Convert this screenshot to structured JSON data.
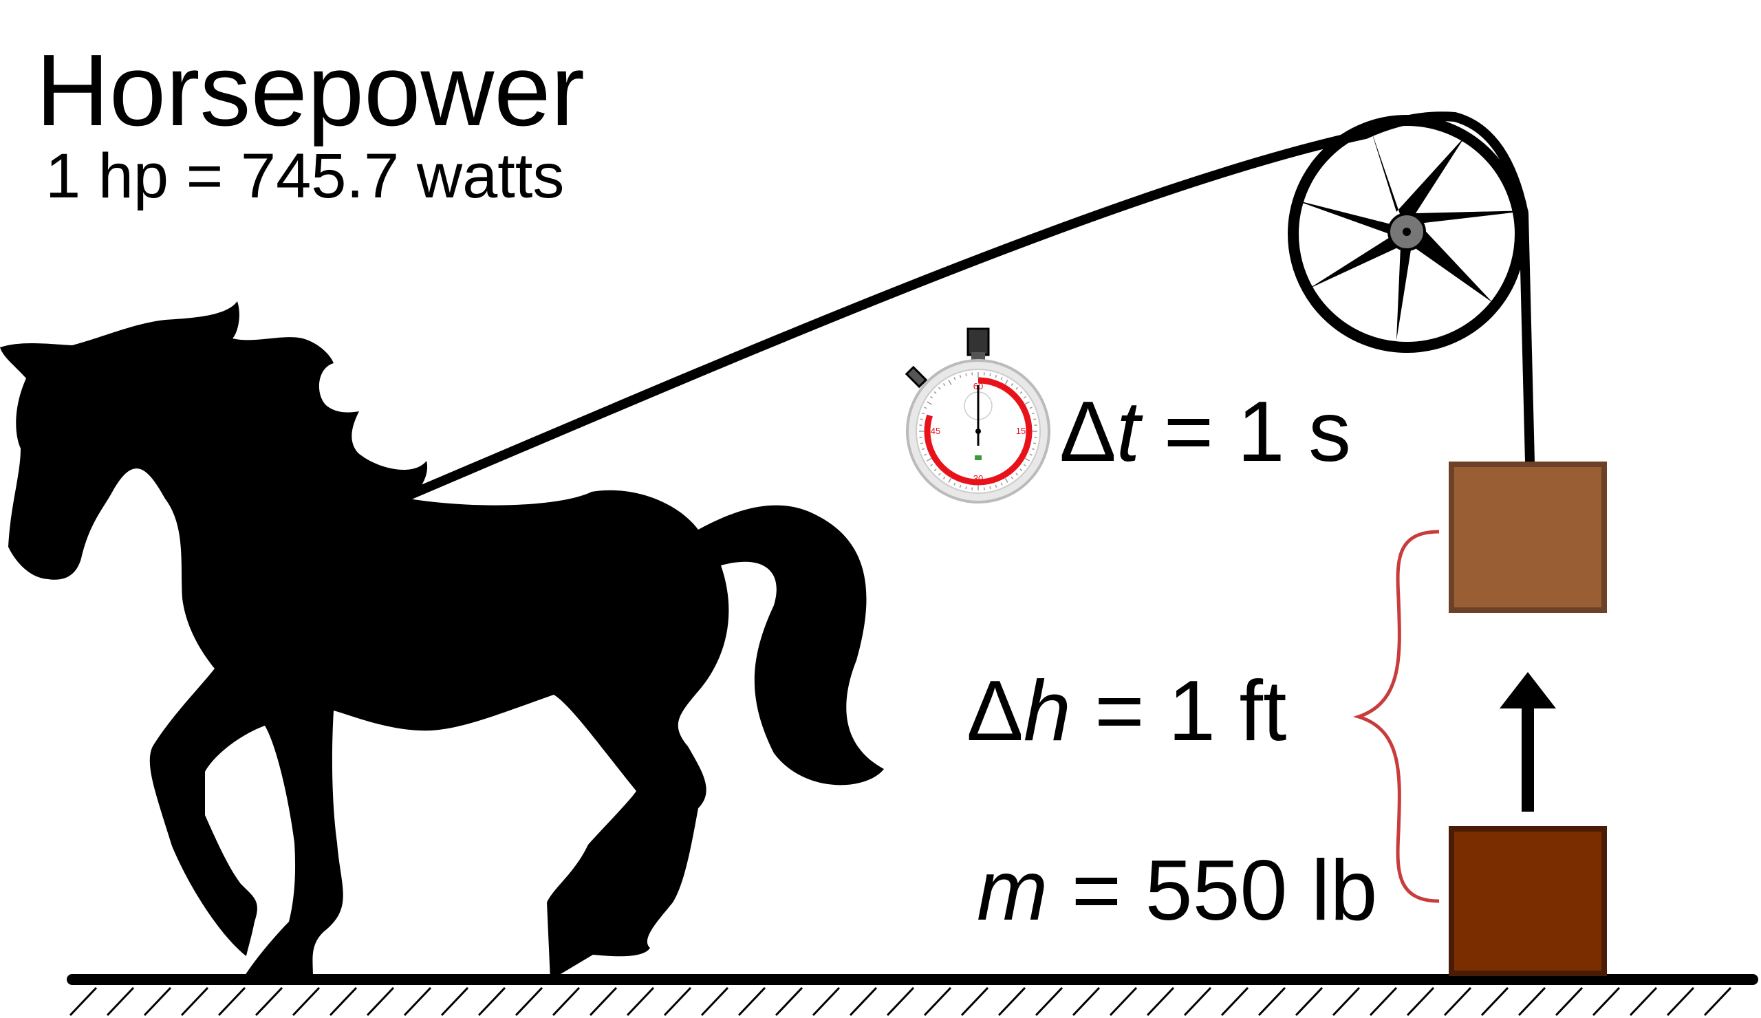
{
  "title": "Horsepower",
  "subtitle": "1 hp = 745.7 watts",
  "time_label": {
    "symbol": "Δ",
    "var": "t",
    "rest": " = 1 s"
  },
  "height_label": {
    "symbol": "Δ",
    "var": "h",
    "rest": " = 1 ft"
  },
  "mass_label": {
    "var": "m",
    "rest": " = 550 lb"
  },
  "stopwatch": {
    "ticks": [
      "60",
      "15",
      "30",
      "45"
    ],
    "ring_color": "#e8121a"
  },
  "colors": {
    "box_upper_fill": "#9a5e35",
    "box_upper_stroke": "#6b4128",
    "box_lower_fill": "#7a2e00",
    "box_lower_stroke": "#4a1c05",
    "brace": "#c83c3c",
    "line": "#000000"
  },
  "icons": {
    "horse": "horse-silhouette-icon",
    "pulley": "pulley-wheel-icon",
    "stopwatch": "stopwatch-icon",
    "arrow": "arrow-up-icon"
  }
}
